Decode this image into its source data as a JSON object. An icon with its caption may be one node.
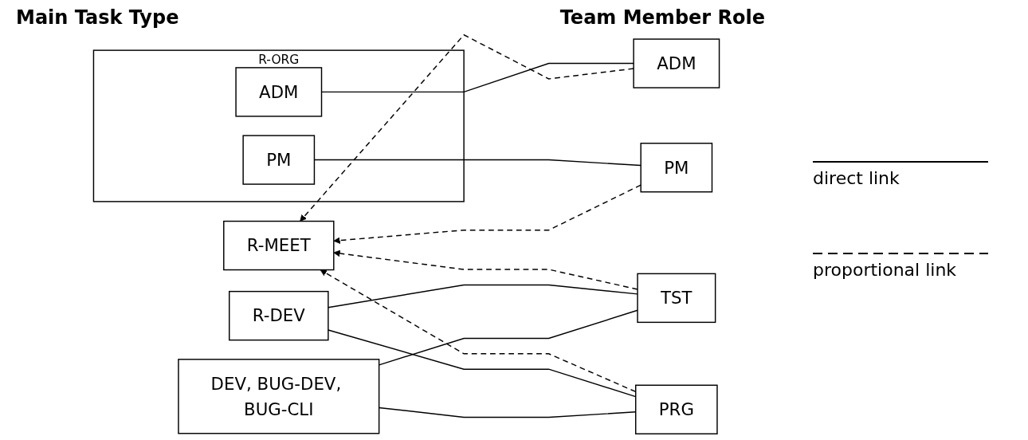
{
  "diagram": {
    "nodes": [
      {
        "text": [
          "DEV, BUG-DEV, BUG-CLI"
        ]
      },
      {
        "text": [
          "R-DEV"
        ]
      },
      {
        "text": [
          "R-MEET"
        ]
      },
      {
        "text": [
          "R-ORG"
        ]
      },
      {
        "text": [
          "PM"
        ],
        "in": 3
      },
      {
        "text": [
          "ADM"
        ],
        "in": 3
      },
      {
        "text": [
          "PRG"
        ]
      },
      {
        "text": [
          "TST"
        ]
      },
      {
        "text": [
          "PM"
        ]
      },
      {
        "text": [
          "ADM"
        ]
      }
    ],
    "edges": [
      {
        "from": 0,
        "to": 6,
        "arrow": "none"
      },
      {
        "from": 0,
        "to": 7,
        "arrow": "none"
      },
      {
        "from": 1,
        "to": 6,
        "arrow": "none"
      },
      {
        "from": 1,
        "to": 7,
        "arrow": "none"
      },
      {
        "from": 6,
        "to": 2,
        "arrow": "to",
        "style": "dashed"
      },
      {
        "from": 7,
        "to": 2,
        "arrow": "to",
        "style": "dashed"
      },
      {
        "from": 8,
        "to": 2,
        "arrow": "to",
        "style": "dashed"
      },
      {
        "from": 9,
        "to": 2,
        "arrow": "to",
        "style": "dashed"
      },
      {
        "from": 4,
        "to": 8,
        "arrow": "none"
      },
      {
        "from": 5,
        "to": 9,
        "arrow": "none"
      }
    ],
    "labels": [
      "Main Task Type",
      "Team Member Role"
    ],
    "legend": [
      {
        "text": "direct link"
      },
      {
        "text": "proportional link"
      }
    ]
  }
}
